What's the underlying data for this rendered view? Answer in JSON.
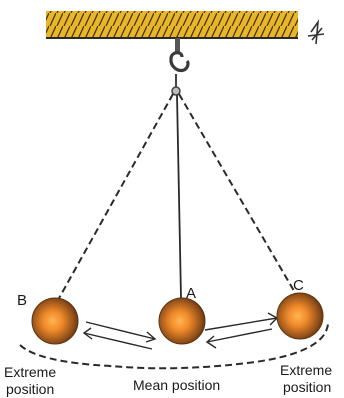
{
  "points": {
    "left": "B",
    "center": "A",
    "right": "C"
  },
  "captions": {
    "left_line1": "Extreme",
    "left_line2": "position",
    "center": "Mean position",
    "right_line1": "Extreme",
    "right_line2": "position"
  },
  "colors": {
    "support": "#e8b62a",
    "bob_core": "#f08a2a",
    "bob_edge": "#5a3414",
    "string": "#2a2a2a"
  }
}
